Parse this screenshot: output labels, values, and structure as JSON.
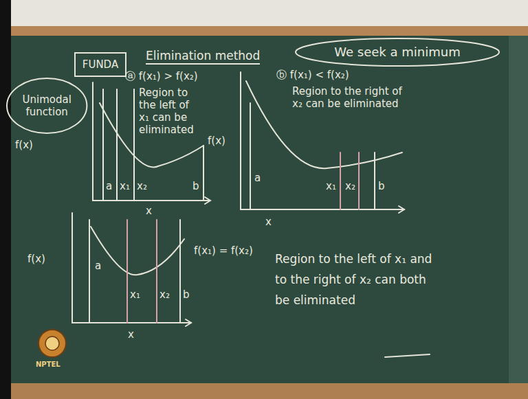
{
  "diagram": {
    "title": "Elimination method",
    "nodes": [
      {
        "text": [
          "Unimodal function"
        ]
      },
      {
        "text": [
          "FUNDA"
        ]
      },
      {
        "text": [
          "We seek a minimum"
        ]
      }
    ],
    "labels": [
      "ⓐ f(x₁) > f(x₂)",
      "Region to the left of x₁ can be eliminated",
      "f(x)",
      "f(x)",
      "a",
      "x₁",
      "x₂",
      "b",
      "x",
      "ⓑ f(x₁) < f(x₂)",
      "Region to the right of x₂ can be eliminated",
      "a",
      "x₁",
      "x₂",
      "b",
      "x",
      "f(x)",
      "a",
      "x₁",
      "x₂",
      "b",
      "x",
      "f(x₁) = f(x₂)",
      "Region to the left of x₁ and to the right of x₂ can both be eliminated",
      "NPTEL"
    ]
  }
}
